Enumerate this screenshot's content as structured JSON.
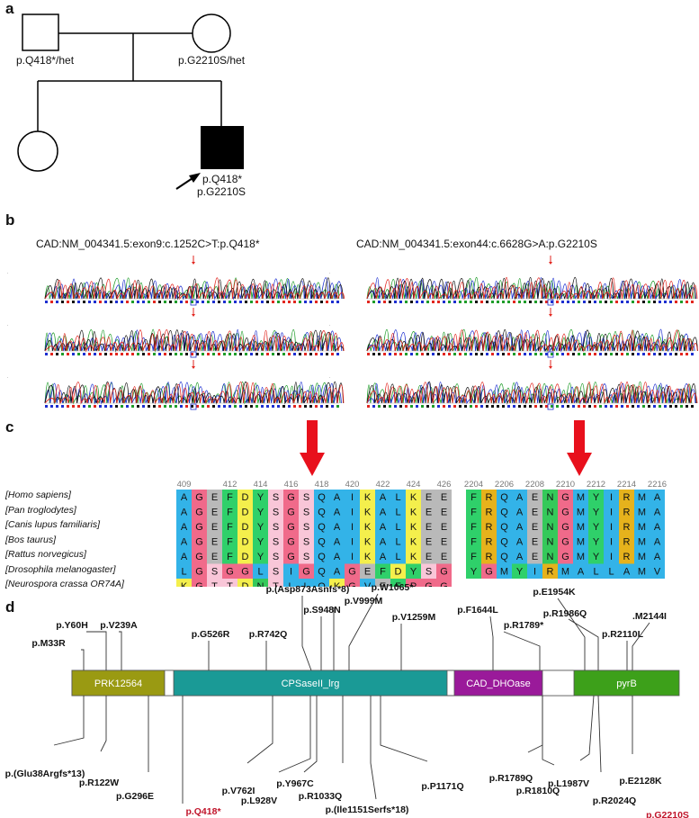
{
  "panels": {
    "a": "a",
    "b": "b",
    "c": "c",
    "d": "d"
  },
  "pedigree": {
    "father_label": "p.Q418*/het",
    "mother_label": "p.G2210S/het",
    "proband_label_1": "p.Q418*",
    "proband_label_2": "p.G2210S"
  },
  "sanger": {
    "left_title": "CAD:NM_004341.5:exon9:c.1252C>T:p.Q418*",
    "right_title": "CAD:NM_004341.5:exon44:c.6628G>A:p.G2210S"
  },
  "alignment": {
    "species": [
      "[Homo sapiens]",
      "[Pan troglodytes]",
      "[Canis lupus familiaris]",
      "[Bos taurus]",
      "[Rattus norvegicus]",
      "[Drosophila melanogaster]",
      "[Neurospora crassa OR74A]"
    ],
    "left_positions": [
      "409",
      "412",
      "414",
      "416",
      "418",
      "420",
      "422",
      "424",
      "426"
    ],
    "right_positions": [
      "2204",
      "2206",
      "2208",
      "2210",
      "2212",
      "2214",
      "2216"
    ],
    "left_rows": [
      "AGEFDYSGSQAIKALKEE",
      "AGEFDYSGSQAIKALKEE",
      "AGEFDYSGSQAIKALKEE",
      "AGEFDYSGSQAIKALKEE",
      "AGEFDYSGSQAIKALKEE",
      "LGSGGLSIGQAGEFDYSG",
      "KGTTDNTLLQKGVEFPGG"
    ],
    "right_rows": [
      "FRQAENGMYIRMA",
      "FRQAENGMYIRMA",
      "FRQAENGMYIRMA",
      "FRQAENGMYIRMA",
      "FRQAENGMYIRMA",
      "YGMYIRMALLAMV"
    ]
  },
  "domains": [
    {
      "name": "PRK12564",
      "color": "#9a9a12"
    },
    {
      "name": "CPSaseII_lrg",
      "color": "#1a9a96"
    },
    {
      "name": "CAD_DHOase",
      "color": "#9a1a9a"
    },
    {
      "name": "pyrB",
      "color": "#3da01a"
    }
  ],
  "variants_above": [
    "p.M33R",
    "p.Y60H",
    "p.V239A",
    "p.G526R",
    "p.R742Q",
    "p.(Asp873Asnfs*8)",
    "p.S948N",
    "p.V999M",
    "p.W1065*",
    "p.V1259M",
    "p.F1644L",
    "p.R1789*",
    "p.E1954K",
    "p.R1986Q",
    "p.R2110L",
    ".M2144I"
  ],
  "variants_below": [
    "p.(Glu38Argfs*13)",
    "p.R122W",
    "p.G296E",
    "p.Q418*",
    "p.V762I",
    "p.L928V",
    "p.Y967C",
    "p.R1033Q",
    "p.(Ile1151Serfs*18)",
    "p.P1171Q",
    "p.R1789Q",
    "p.R1810Q",
    "p.L1987V",
    "p.R2024Q",
    "p.E2128K",
    "p.G2210S"
  ],
  "highlight_color": "#c0142a"
}
